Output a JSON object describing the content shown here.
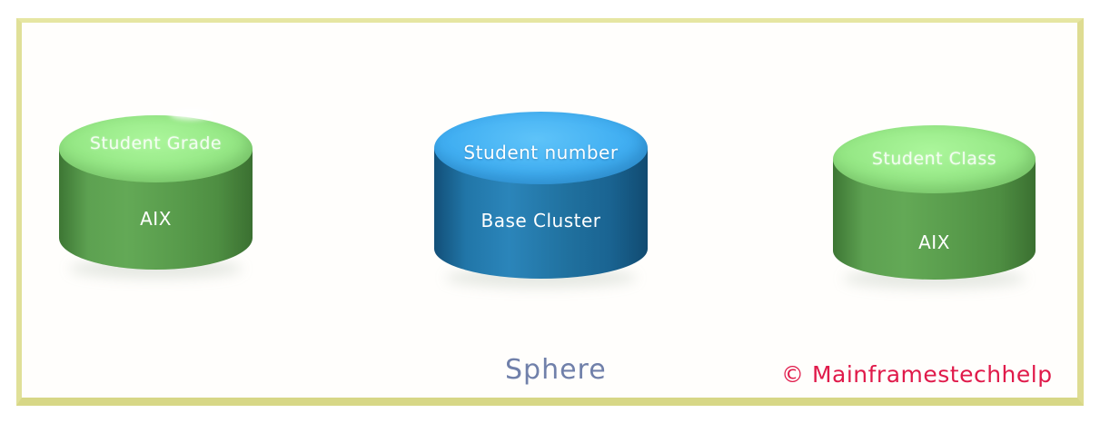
{
  "frame": {
    "border_color": "#e0e098",
    "background": "#fffefc"
  },
  "diagram": {
    "cylinders": [
      {
        "name": "alternate-index-left",
        "top_label": "Student Grade",
        "body_label": "AIX",
        "top_color": "#98ec88",
        "body_color": "#569949"
      },
      {
        "name": "base-cluster",
        "top_label": "Student number",
        "body_label": "Base Cluster",
        "top_color": "#41aff2",
        "body_color": "#1f6f9f"
      },
      {
        "name": "alternate-index-right",
        "top_label": "Student Class",
        "body_label": "AIX",
        "top_color": "#98ec88",
        "body_color": "#569949"
      }
    ],
    "caption": "Sphere",
    "caption_color": "#7080aa",
    "credit": "© Mainframestechhelp",
    "credit_color": "#e01a4a"
  }
}
